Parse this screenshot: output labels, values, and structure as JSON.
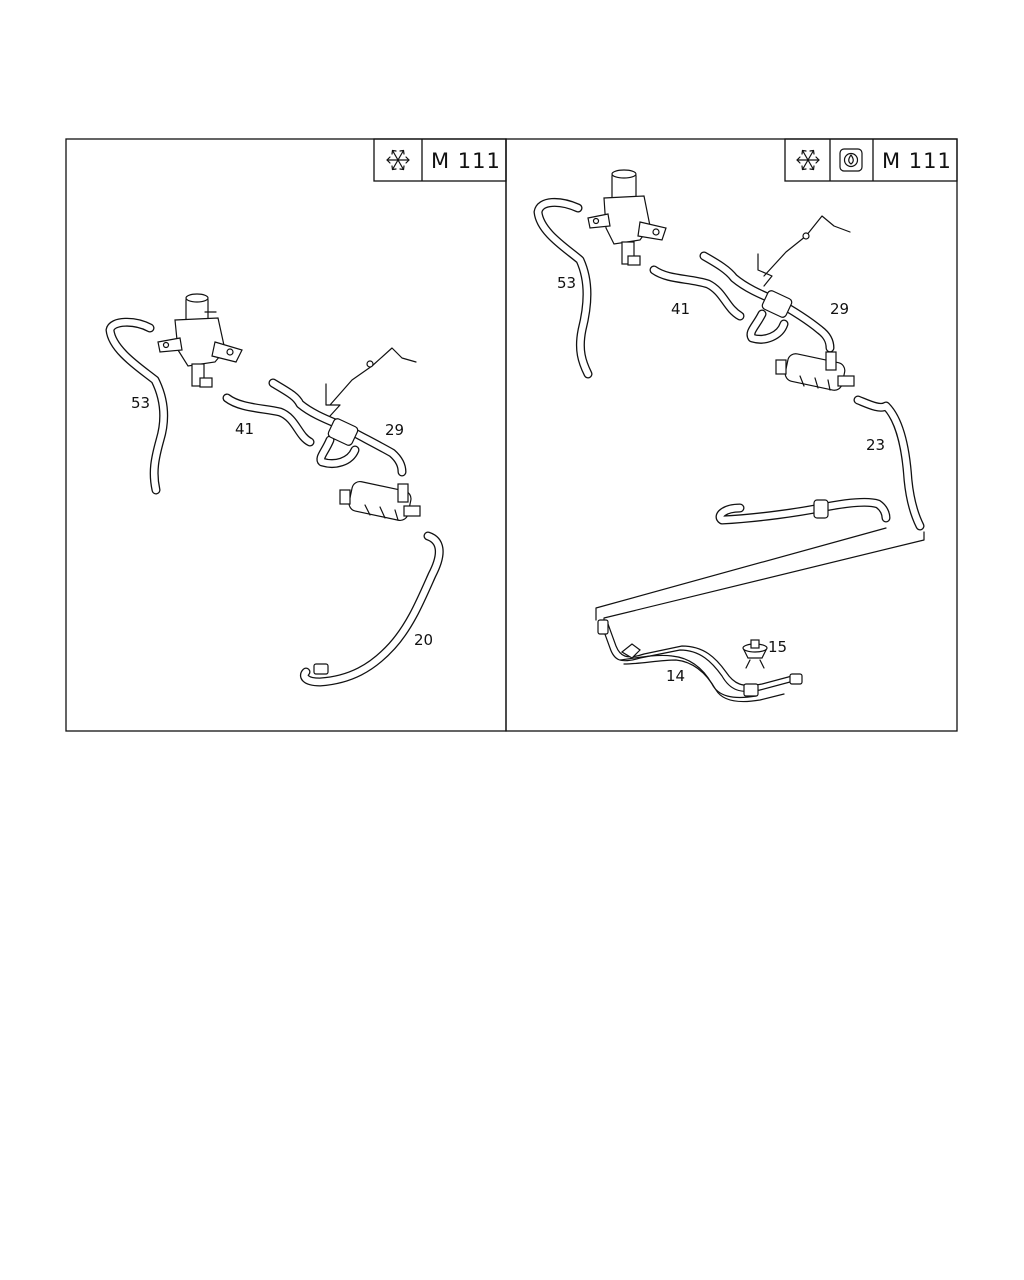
{
  "panels": [
    {
      "header": {
        "snow_icon": "snowflake-icon",
        "model": "M  111"
      },
      "callouts": [
        "53",
        "41",
        "29",
        "20"
      ]
    },
    {
      "header": {
        "snow_icon": "snowflake-icon",
        "heater_icon": "aux-heater-icon",
        "model": "M  111"
      },
      "callouts": [
        "53",
        "41",
        "29",
        "23",
        "15",
        "14"
      ]
    }
  ],
  "colors": {
    "line": "#111111",
    "background": "#ffffff"
  }
}
